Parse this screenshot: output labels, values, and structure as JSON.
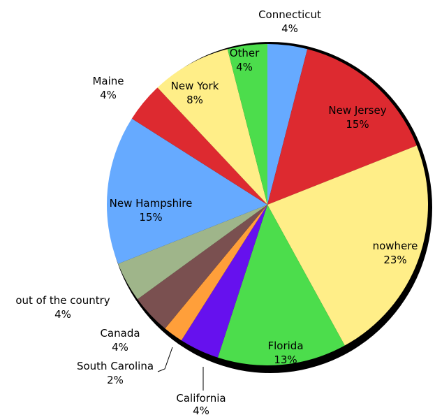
{
  "chart_data": {
    "type": "pie",
    "start_angle_deg": 0,
    "direction": "clockwise",
    "slices": [
      {
        "label": "Connecticut",
        "value_label": "4%",
        "value": 4,
        "color": "#66aaff"
      },
      {
        "label": "New Jersey",
        "value_label": "15%",
        "value": 15,
        "color": "#dd2a30"
      },
      {
        "label": "nowhere",
        "value_label": "23%",
        "value": 23,
        "color": "#ffee88"
      },
      {
        "label": "Florida",
        "value_label": "13%",
        "value": 13,
        "color": "#4cdd4c"
      },
      {
        "label": "California",
        "value_label": "4%",
        "value": 4,
        "color": "#6611ee"
      },
      {
        "label": "South Carolina",
        "value_label": "2%",
        "value": 2,
        "color": "#ff9f3a"
      },
      {
        "label": "Canada",
        "value_label": "4%",
        "value": 4,
        "color": "#7a5050"
      },
      {
        "label": "out of the country",
        "value_label": "4%",
        "value": 4,
        "color": "#9fb58a"
      },
      {
        "label": "New Hampshire",
        "value_label": "15%",
        "value": 15,
        "color": "#66aaff"
      },
      {
        "label": "Maine",
        "value_label": "4%",
        "value": 4,
        "color": "#dd2a30"
      },
      {
        "label": "New York",
        "value_label": "8%",
        "value": 8,
        "color": "#ffee88"
      },
      {
        "label": "Other",
        "value_label": "4%",
        "value": 4,
        "color": "#4cdd4c"
      }
    ]
  }
}
